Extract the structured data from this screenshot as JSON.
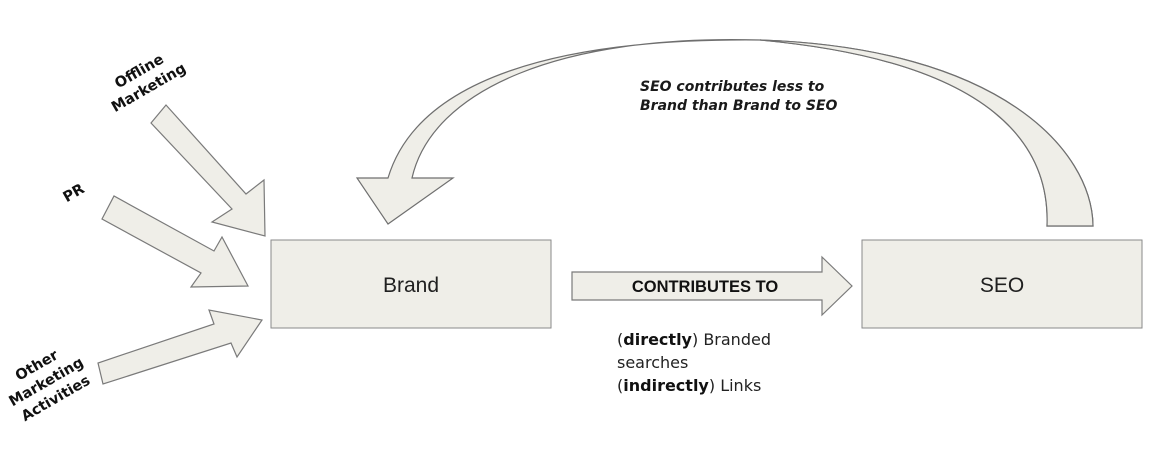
{
  "nodes": {
    "brand": "Brand",
    "seo": "SEO"
  },
  "sources": {
    "offline": [
      "Offline",
      "Marketing"
    ],
    "pr": "PR",
    "other": [
      "Other",
      "Marketing",
      "Activities"
    ]
  },
  "main_arrow_label": "CONTRIBUTES TO",
  "feedback_note": [
    "SEO contributes less to",
    "Brand than Brand to SEO"
  ],
  "contributions": {
    "line1": {
      "paren_open": "(",
      "qualifier": "directly",
      "paren_close": ")",
      "text": " Branded"
    },
    "line2": {
      "text": "searches"
    },
    "line3": {
      "paren_open": "(",
      "qualifier": "indirectly",
      "paren_close": ")",
      "text": " Links"
    }
  },
  "colors": {
    "box_fill": "#efeee8",
    "box_stroke": "#8a8a8a",
    "curve_side_fill": "#b8b7b1"
  }
}
